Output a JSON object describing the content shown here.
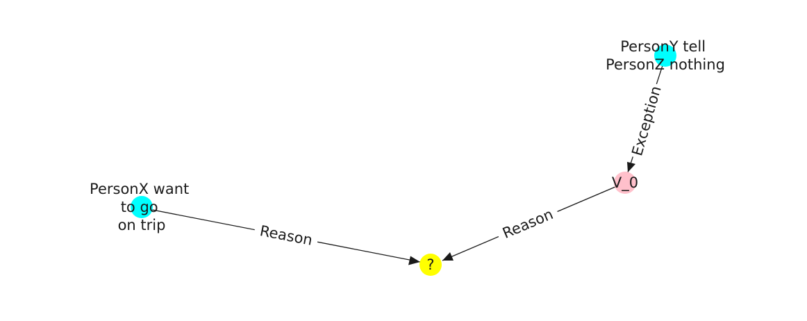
{
  "nodes": {
    "personx": {
      "lines": [
        "PersonX want",
        "to go",
        "on trip"
      ],
      "color": "#00ffff"
    },
    "persony": {
      "lines": [
        "PersonY tell",
        "PersonZ nothing"
      ],
      "color": "#00ffff"
    },
    "v0": {
      "lines": [
        "V_0"
      ],
      "color": "#ffc0cb"
    },
    "query": {
      "lines": [
        "?"
      ],
      "color": "#ffff00"
    }
  },
  "edges": [
    {
      "from": "personx",
      "to": "query",
      "label": "Reason"
    },
    {
      "from": "v0",
      "to": "query",
      "label": "Reason"
    },
    {
      "from": "persony",
      "to": "v0",
      "label": "Exception"
    }
  ]
}
